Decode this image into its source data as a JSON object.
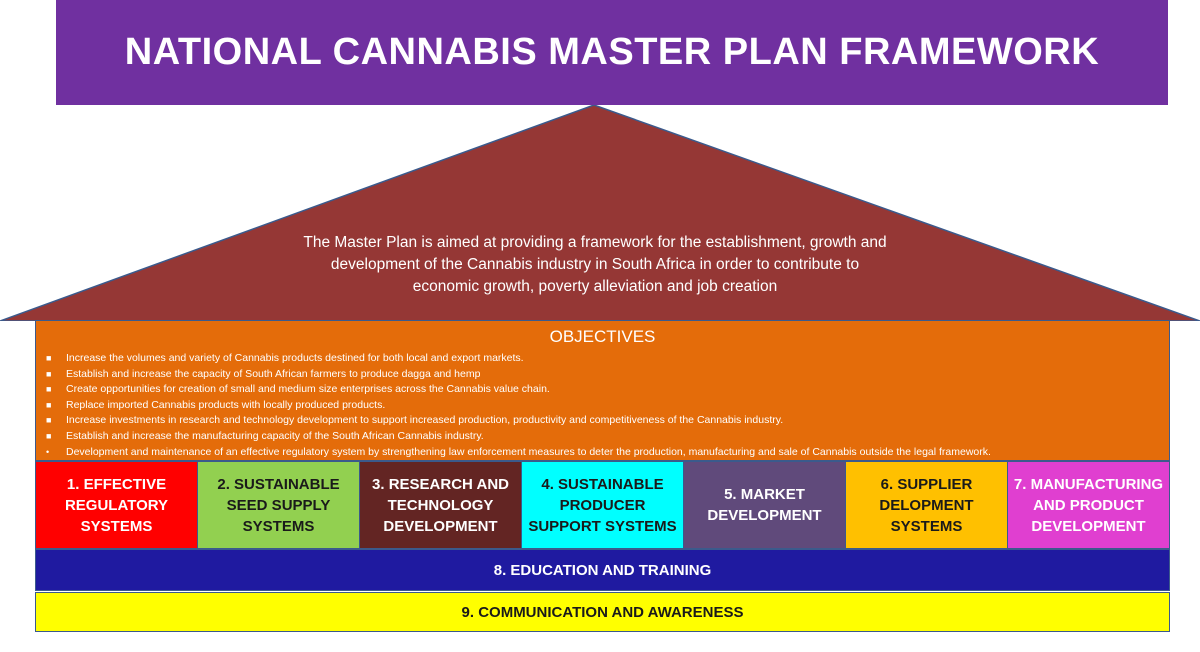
{
  "title": "NATIONAL CANNABIS MASTER PLAN FRAMEWORK",
  "roof": {
    "color": "#953735",
    "text": "The Master Plan is aimed at providing a framework for the establishment, growth and development of the Cannabis industry in South Africa in order to contribute to economic growth, poverty alleviation and job creation"
  },
  "objectives": {
    "heading": "OBJECTIVES",
    "color": "#e46c0a",
    "items": [
      "Increase the volumes and variety of Cannabis products destined for both local and export markets.",
      "Establish and increase the capacity of South African farmers to produce dagga and hemp",
      "Create opportunities for creation of small and medium size enterprises across the Cannabis value chain.",
      "Replace imported Cannabis products with locally produced products.",
      "Increase investments in research and technology development to support increased production, productivity and competitiveness of the Cannabis industry.",
      "Establish and increase the manufacturing capacity of the South African Cannabis industry.",
      "Development and maintenance of an effective regulatory system by strengthening law enforcement measures to deter the production, manufacturing and sale of Cannabis outside the legal framework."
    ]
  },
  "pillars": [
    {
      "label": "1. EFFECTIVE REGULATORY SYSTEMS",
      "color": "#ff0000",
      "text_color": "#ffffff"
    },
    {
      "label": "2. SUSTAINABLE SEED SUPPLY SYSTEMS",
      "color": "#92d050",
      "text_color": "#1a1a1a"
    },
    {
      "label": "3. RESEARCH AND TECHNOLOGY DEVELOPMENT",
      "color": "#632523",
      "text_color": "#ffffff"
    },
    {
      "label": "4. SUSTAINABLE PRODUCER SUPPORT SYSTEMS",
      "color": "#00ffff",
      "text_color": "#1a1a1a"
    },
    {
      "label": "5. MARKET DEVELOPMENT",
      "color": "#604a7b",
      "text_color": "#ffffff"
    },
    {
      "label": "6. SUPPLIER DELOPMENT SYSTEMS",
      "color": "#ffc000",
      "text_color": "#1a1a1a"
    },
    {
      "label": "7. MANUFACTURING AND PRODUCT DEVELOPMENT",
      "color": "#e03fd0",
      "text_color": "#ffffff"
    }
  ],
  "education": {
    "label": "8. EDUCATION AND TRAINING",
    "color": "#1f1aa0",
    "text_color": "#ffffff"
  },
  "communication": {
    "label": "9. COMMUNICATION AND AWARENESS",
    "color": "#ffff00",
    "text_color": "#1a1a1a"
  }
}
